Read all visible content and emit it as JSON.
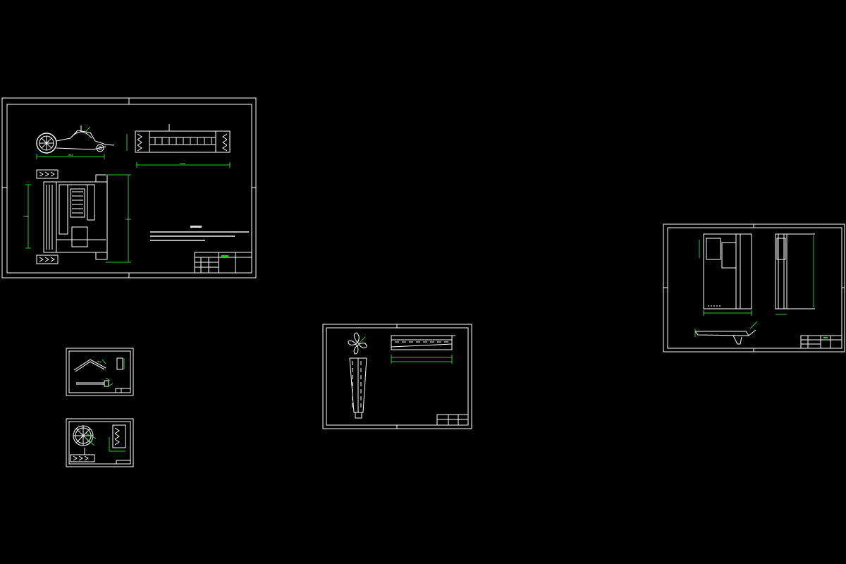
{
  "colors": {
    "background": "#000000",
    "linework": "#ffffff",
    "dimensions": "#22cc22"
  },
  "sheets": [
    {
      "id": "assembly"
    },
    {
      "id": "part-small-1"
    },
    {
      "id": "part-small-2"
    },
    {
      "id": "part-center"
    },
    {
      "id": "part-right"
    }
  ]
}
